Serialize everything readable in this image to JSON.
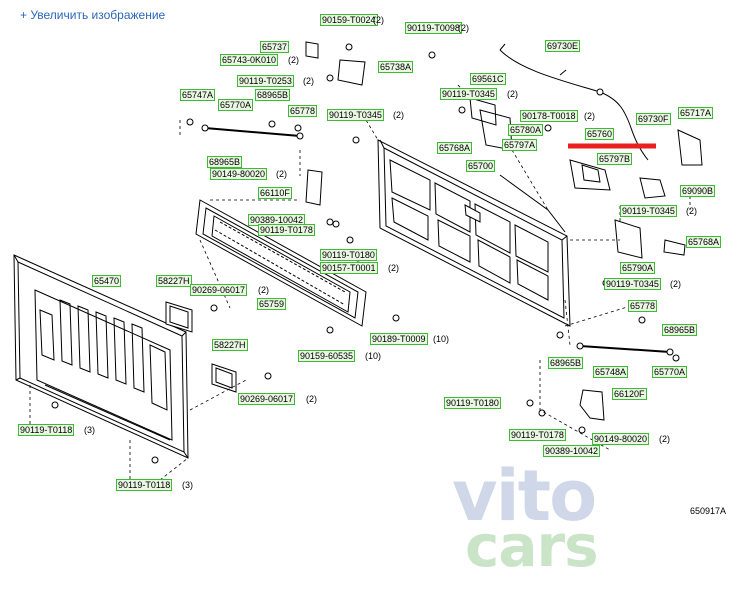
{
  "header": {
    "enlarge_link": "+ Увеличить изображение"
  },
  "diagram_code": "650917A",
  "watermark": {
    "line1": "vito",
    "line2": "cars"
  },
  "colors": {
    "label_border": "#3dbb35",
    "label_fill": "#e9f6e2",
    "highlight": "#e8201e",
    "link": "#2a66b8"
  },
  "labels": [
    {
      "id": "l01",
      "code": "90159-T0024",
      "qty": "(2)"
    },
    {
      "id": "l02",
      "code": "90119-T0098",
      "qty": "(2)"
    },
    {
      "id": "l03",
      "code": "69730E",
      "qty": ""
    },
    {
      "id": "l04",
      "code": "65737",
      "qty": ""
    },
    {
      "id": "l05",
      "code": "65743-0K010",
      "qty": "(2)"
    },
    {
      "id": "l06",
      "code": "65738A",
      "qty": ""
    },
    {
      "id": "l07",
      "code": "69561C",
      "qty": ""
    },
    {
      "id": "l08",
      "code": "90119-T0253",
      "qty": "(2)"
    },
    {
      "id": "l09",
      "code": "90119-T0345",
      "qty": "(2)"
    },
    {
      "id": "l10",
      "code": "65747A",
      "qty": ""
    },
    {
      "id": "l11",
      "code": "65770A",
      "qty": ""
    },
    {
      "id": "l12",
      "code": "68965B",
      "qty": ""
    },
    {
      "id": "l13",
      "code": "65778",
      "qty": ""
    },
    {
      "id": "l14",
      "code": "90119-T0345",
      "qty": "(2)"
    },
    {
      "id": "l15",
      "code": "90178-T0018",
      "qty": "(2)"
    },
    {
      "id": "l16",
      "code": "69730F",
      "qty": ""
    },
    {
      "id": "l17",
      "code": "65717A",
      "qty": ""
    },
    {
      "id": "l18",
      "code": "65780A",
      "qty": ""
    },
    {
      "id": "l19",
      "code": "65760",
      "qty": ""
    },
    {
      "id": "l20",
      "code": "65768A",
      "qty": ""
    },
    {
      "id": "l21",
      "code": "65797A",
      "qty": ""
    },
    {
      "id": "l22",
      "code": "65797B",
      "qty": ""
    },
    {
      "id": "l23",
      "code": "68965B",
      "qty": ""
    },
    {
      "id": "l24",
      "code": "90149-80020",
      "qty": "(2)"
    },
    {
      "id": "l25",
      "code": "65700",
      "qty": ""
    },
    {
      "id": "l26",
      "code": "69090B",
      "qty": ""
    },
    {
      "id": "l27",
      "code": "66110F",
      "qty": ""
    },
    {
      "id": "l28",
      "code": "90119-T0345",
      "qty": "(2)"
    },
    {
      "id": "l29",
      "code": "90389-10042",
      "qty": ""
    },
    {
      "id": "l30",
      "code": "90119-T0178",
      "qty": ""
    },
    {
      "id": "l31",
      "code": "65768A",
      "qty": ""
    },
    {
      "id": "l32",
      "code": "90119-T0180",
      "qty": ""
    },
    {
      "id": "l33",
      "code": "65790A",
      "qty": ""
    },
    {
      "id": "l34",
      "code": "90157-T0001",
      "qty": "(2)"
    },
    {
      "id": "l35",
      "code": "65470",
      "qty": ""
    },
    {
      "id": "l36",
      "code": "58227H",
      "qty": ""
    },
    {
      "id": "l37",
      "code": "90269-06017",
      "qty": "(2)"
    },
    {
      "id": "l38",
      "code": "90119-T0345",
      "qty": "(2)"
    },
    {
      "id": "l39",
      "code": "65759",
      "qty": ""
    },
    {
      "id": "l40",
      "code": "65778",
      "qty": ""
    },
    {
      "id": "l41",
      "code": "90189-T0009",
      "qty": "(10)"
    },
    {
      "id": "l42",
      "code": "68965B",
      "qty": ""
    },
    {
      "id": "l43",
      "code": "58227H",
      "qty": ""
    },
    {
      "id": "l44",
      "code": "90159-60535",
      "qty": "(10)"
    },
    {
      "id": "l45",
      "code": "68965B",
      "qty": ""
    },
    {
      "id": "l46",
      "code": "65748A",
      "qty": ""
    },
    {
      "id": "l47",
      "code": "65770A",
      "qty": ""
    },
    {
      "id": "l48",
      "code": "90269-06017",
      "qty": "(2)"
    },
    {
      "id": "l49",
      "code": "66120F",
      "qty": ""
    },
    {
      "id": "l50",
      "code": "90119-T0180",
      "qty": ""
    },
    {
      "id": "l51",
      "code": "90119-T0118",
      "qty": "(3)"
    },
    {
      "id": "l52",
      "code": "90119-T0178",
      "qty": ""
    },
    {
      "id": "l53",
      "code": "90149-80020",
      "qty": "(2)"
    },
    {
      "id": "l54",
      "code": "90389-10042",
      "qty": ""
    },
    {
      "id": "l55",
      "code": "90119-T0118",
      "qty": "(3)"
    }
  ]
}
